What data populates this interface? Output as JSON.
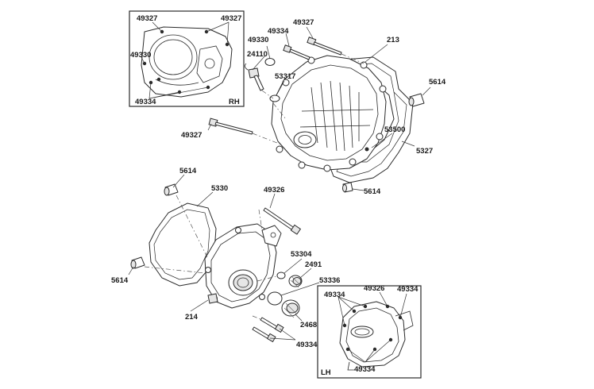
{
  "labels": {
    "rh_49327_left": "49327",
    "rh_49327_right": "49327",
    "rh_49330": "49330",
    "rh_49334": "49334",
    "rh_tag": "RH",
    "c_49327_top": "49327",
    "c_213": "213",
    "c_49334": "49334",
    "c_49330": "49330",
    "c_24110": "24110",
    "c_53317": "53317",
    "c_5614_right": "5614",
    "c_53500": "53500",
    "c_5327": "5327",
    "c_49327_left": "49327",
    "c_5614_mid": "5614",
    "l_5614_top": "5614",
    "l_5330": "5330",
    "l_49326": "49326",
    "l_53304": "53304",
    "l_2491": "2491",
    "l_53336": "53336",
    "l_5614_left": "5614",
    "l_214": "214",
    "l_2468": "2468",
    "l_49334": "49334",
    "lh_49326": "49326",
    "lh_49334_right": "49334",
    "lh_49334_left": "49334",
    "lh_49334_bottom": "49334",
    "lh_tag": "LH"
  }
}
